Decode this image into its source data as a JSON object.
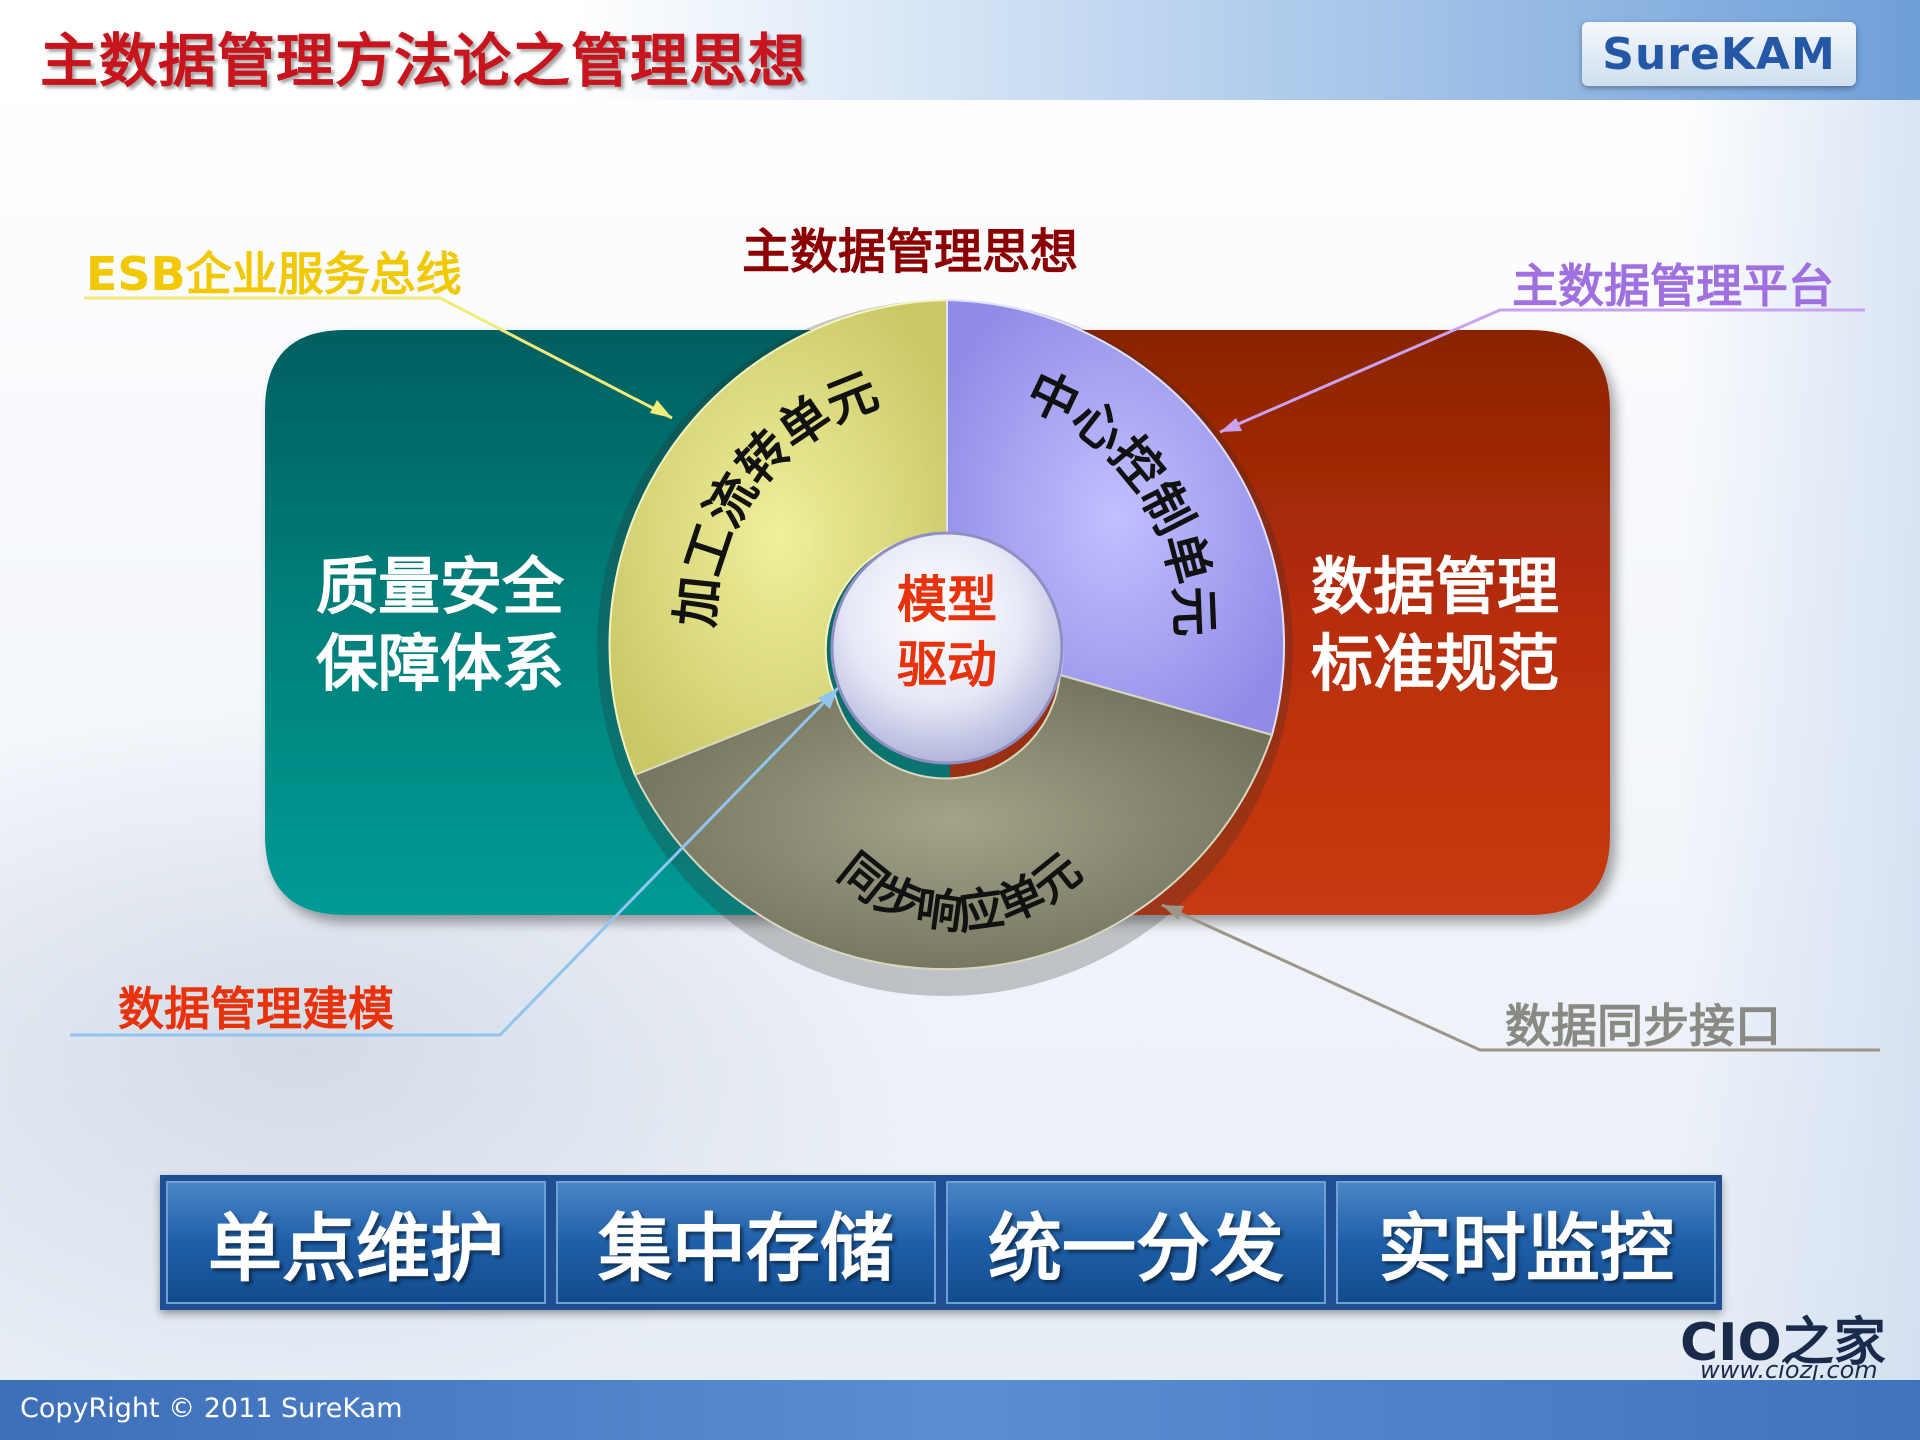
{
  "header": {
    "title": "主数据管理方法论之管理思想",
    "logo_text": "SureKAM"
  },
  "diagram": {
    "title": "主数据管理思想",
    "left_block": [
      "质量安全",
      "保障体系"
    ],
    "right_block": [
      "数据管理",
      "标准规范"
    ],
    "center": [
      "模型",
      "驱动"
    ],
    "segments": {
      "top_left": "加工流转单元",
      "top_right": "中心控制单元",
      "bottom": "同步响应单元"
    },
    "callouts": {
      "esb": "ESB企业服务总线",
      "platform": "主数据管理平台",
      "modeling": "数据管理建模",
      "sync_interface": "数据同步接口"
    },
    "colors": {
      "teal": "#007f7a",
      "red": "#b82d0c",
      "yellow_segment": "#dcdb7c",
      "purple_segment": "#a7a4f2",
      "grey_segment": "#8a8a70",
      "title": "#8b0000",
      "esb": "#f2c800",
      "platform": "#a070e0",
      "modeling": "#e8320c",
      "sync_interface": "#8a8a84"
    }
  },
  "buttons": [
    "单点维护",
    "集中存储",
    "统一分发",
    "实时监控"
  ],
  "footer": {
    "copyright": "CopyRight © 2011 SureKam",
    "watermark_name": "CIO之家",
    "watermark_url": "www.ciozj.com"
  }
}
